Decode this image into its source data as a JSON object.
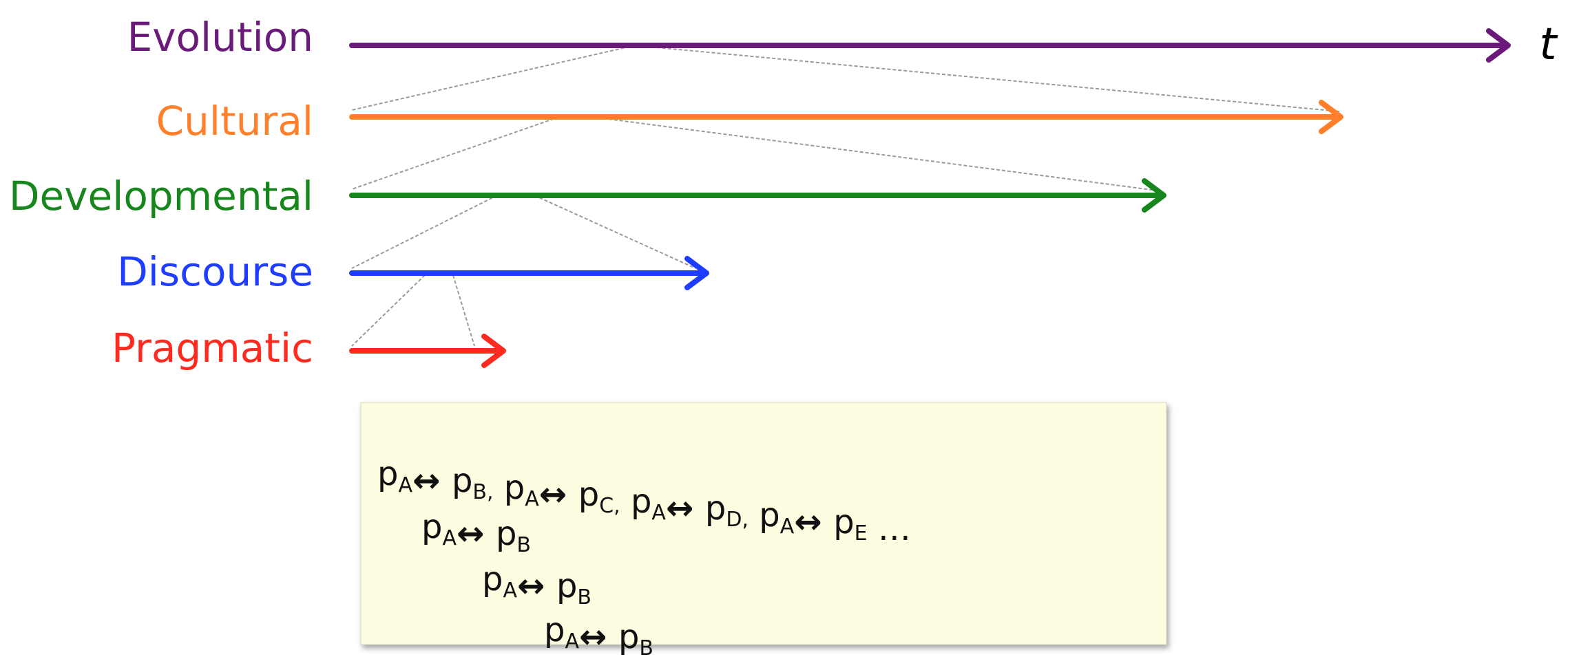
{
  "timescales": [
    {
      "id": "evolution",
      "label": "Evolution",
      "color": "#6a1b7a"
    },
    {
      "id": "cultural",
      "label": "Cultural",
      "color": "#ff7f2a"
    },
    {
      "id": "developmental",
      "label": "Developmental",
      "color": "#16861d"
    },
    {
      "id": "discourse",
      "label": "Discourse",
      "color": "#1f3dff"
    },
    {
      "id": "pragmatic",
      "label": "Pragmatic",
      "color": "#ff2a1f"
    }
  ],
  "time_axis_label": "t",
  "interaction_box": {
    "background": "#fdfbe0",
    "lines": [
      [
        {
          "base": "p",
          "sub": "A"
        },
        {
          "op": "↔"
        },
        {
          "base": "p",
          "sub": "B,"
        },
        {
          "base": "p",
          "sub": "A"
        },
        {
          "op": "↔"
        },
        {
          "base": "p",
          "sub": "C,"
        },
        {
          "base": "p",
          "sub": "A"
        },
        {
          "op": "↔"
        },
        {
          "base": "p",
          "sub": "D,"
        },
        {
          "base": "p",
          "sub": "A"
        },
        {
          "op": "↔"
        },
        {
          "base": "p",
          "sub": "E"
        },
        {
          "text": "…"
        }
      ],
      [
        {
          "base": "p",
          "sub": "A"
        },
        {
          "op": "↔"
        },
        {
          "base": "p",
          "sub": "B"
        }
      ],
      [
        {
          "base": "p",
          "sub": "A"
        },
        {
          "op": "↔"
        },
        {
          "base": "p",
          "sub": "B"
        }
      ],
      [
        {
          "base": "p",
          "sub": "A"
        },
        {
          "op": "↔"
        },
        {
          "base": "p",
          "sub": "B"
        }
      ]
    ]
  }
}
